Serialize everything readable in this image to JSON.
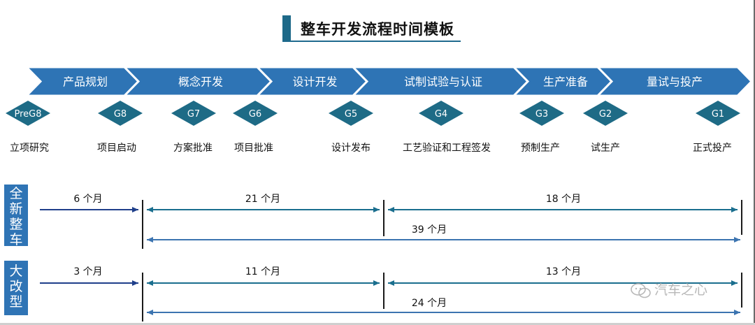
{
  "title": "整车开发流程时间模板",
  "phases": [
    "产品规划",
    "概念开发",
    "设计开发",
    "试制试验与认证",
    "生产准备",
    "量试与投产"
  ],
  "gates": [
    {
      "code": "PreG8",
      "label": "立项研究"
    },
    {
      "code": "G8",
      "label": "项目启动"
    },
    {
      "code": "G7",
      "label": "方案批准"
    },
    {
      "code": "G6",
      "label": "项目批准"
    },
    {
      "code": "G5",
      "label": "设计发布"
    },
    {
      "code": "G4",
      "label": "工艺验证和工程签发"
    },
    {
      "code": "G3",
      "label": "预制生产"
    },
    {
      "code": "G2",
      "label": "试生产"
    },
    {
      "code": "G1",
      "label": "正式投产"
    }
  ],
  "sections": [
    {
      "name": [
        "全",
        "新",
        "整",
        "车"
      ],
      "spans": [
        "6 个月",
        "21 个月",
        "18 个月",
        "39 个月"
      ]
    },
    {
      "name": [
        "大",
        "改",
        "型"
      ],
      "spans": [
        "3 个月",
        "11 个月",
        "13 个月",
        "24 个月"
      ]
    }
  ],
  "watermark": "汽车之心",
  "colors": {
    "chevron": "#2e74b5",
    "gate": "#1e6b86",
    "arrow_dark": "#1f3f8a",
    "arrow_teal": "#1a6e8e",
    "arrow_light": "#3c74b0"
  }
}
